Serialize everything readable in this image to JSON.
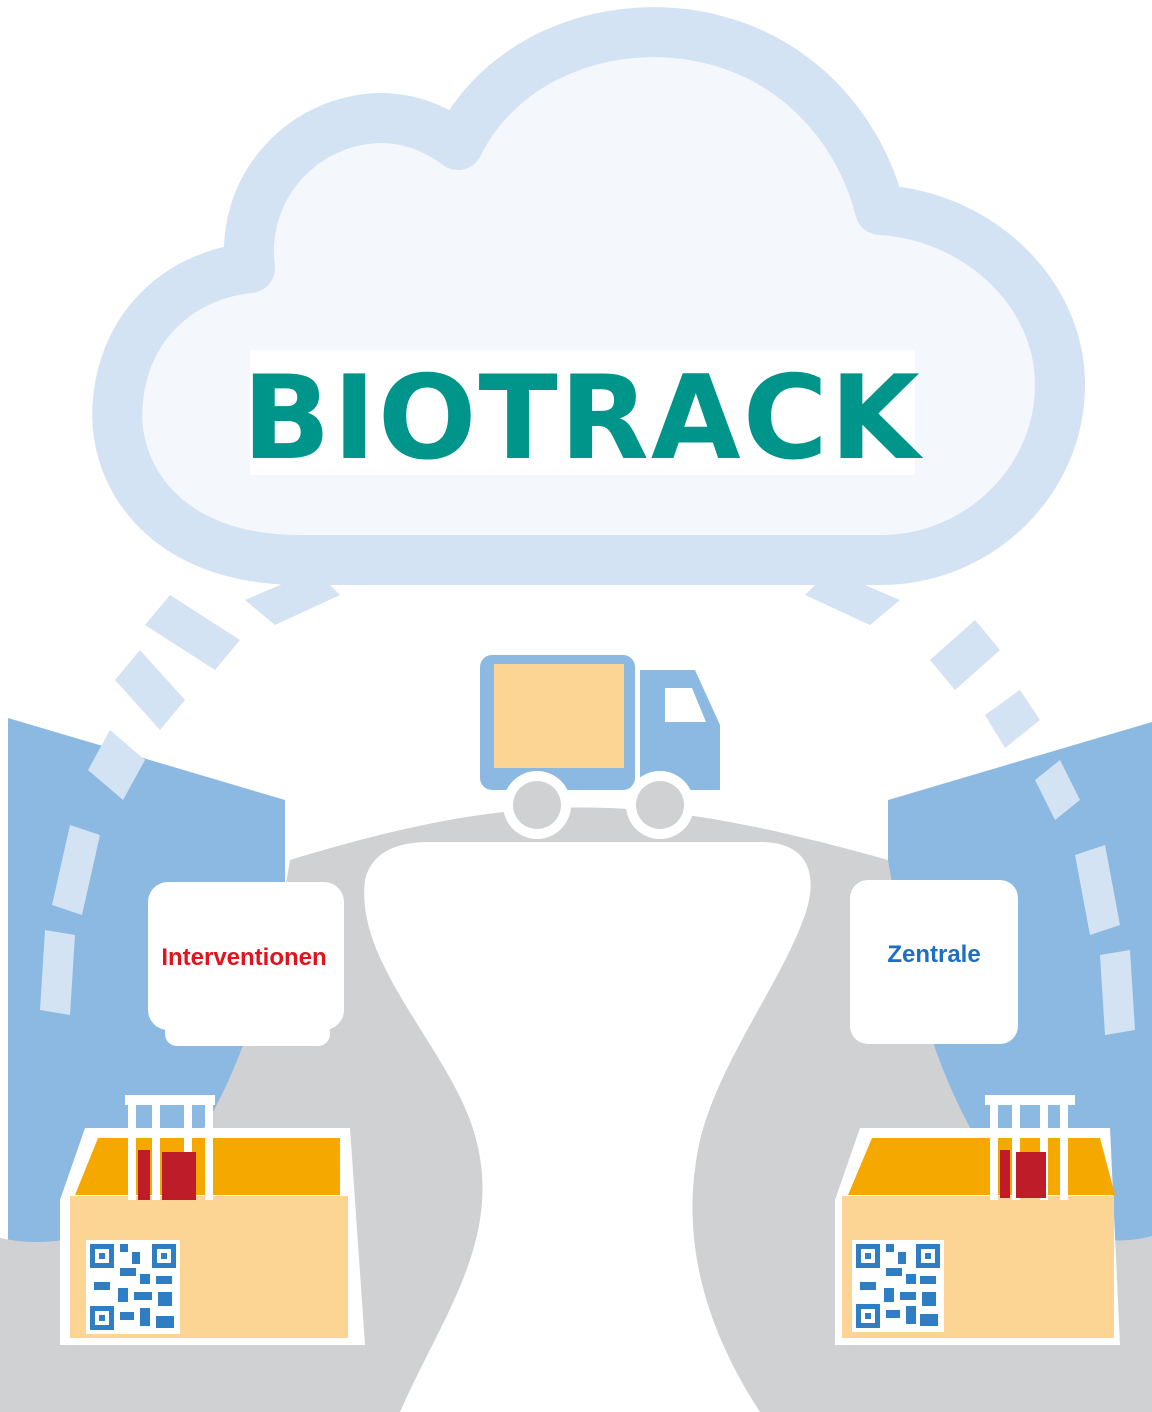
{
  "title": "BIOTRACK",
  "locations": {
    "left": {
      "label": "Interventionen"
    },
    "right": {
      "label": "Zentrale"
    }
  },
  "colors": {
    "cloud_outline": "#d3e3f3",
    "cloud_fill": "#f4f7fc",
    "title_text": "#00958a",
    "building": "#8bb9e2",
    "road": "#d0d1d3",
    "truck": "#8bb9e2",
    "cargo": "#fcd594",
    "box_lid": "#f5a800",
    "box_body": "#fcd594",
    "sample": "#bf1c2a",
    "qr": "#2f7ec4",
    "left_label": "#e0141d",
    "right_label": "#1c6fc2"
  },
  "icons": {
    "cloud": "cloud-icon",
    "truck": "truck-icon",
    "box": "sample-box-icon",
    "qr": "qr-code-icon",
    "building": "building-icon"
  }
}
